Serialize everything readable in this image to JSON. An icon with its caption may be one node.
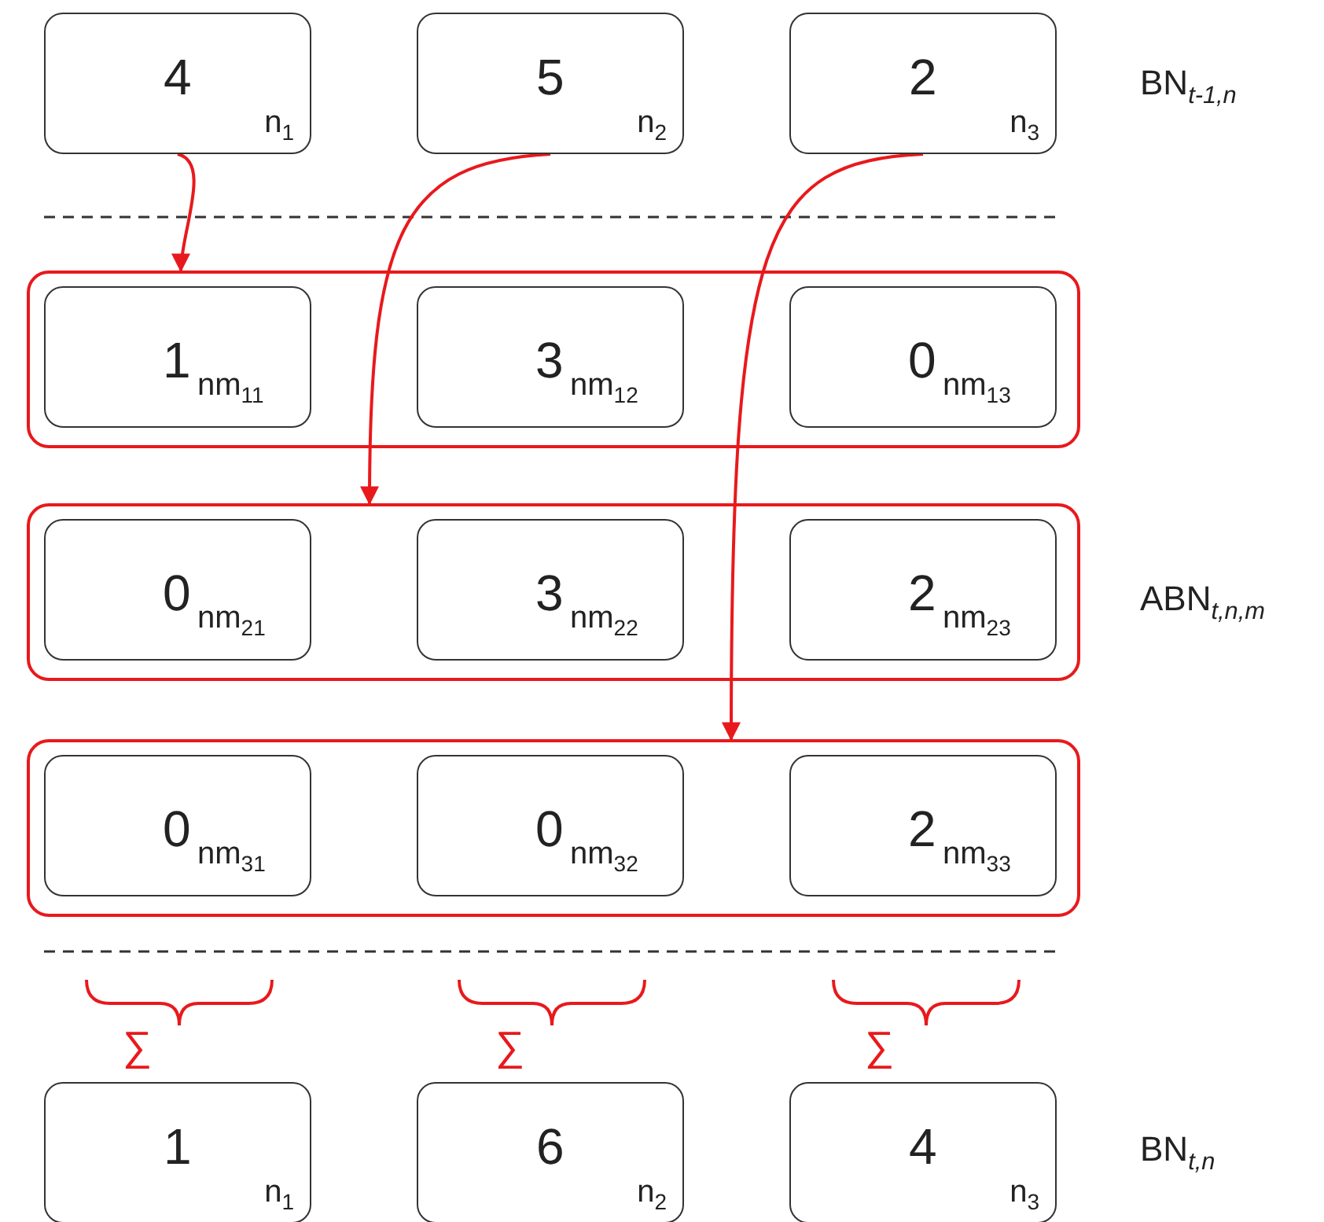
{
  "diagram": {
    "nodes": [
      {
        "text": [
          "4",
          "n$_{1}$"
        ]
      },
      {
        "text": [
          "5",
          "n$_{2}$"
        ]
      },
      {
        "text": [
          "2",
          "n$_{3}$"
        ]
      },
      {
        "text": [],
        "shape": "box"
      },
      {
        "text": [
          "1",
          "nm$_{11}$"
        ],
        "in": 3
      },
      {
        "text": [
          "3",
          "nm$_{12}$"
        ],
        "in": 3
      },
      {
        "text": [
          "0",
          "nm$_{13}$"
        ],
        "in": 3
      },
      {
        "text": [],
        "shape": "box"
      },
      {
        "text": [
          "0",
          "nm$_{21}$"
        ],
        "in": 7
      },
      {
        "text": [
          "3",
          "nm$_{22}$"
        ],
        "in": 7
      },
      {
        "text": [
          "2",
          "nm$_{23}$"
        ],
        "in": 7
      },
      {
        "text": [],
        "shape": "box"
      },
      {
        "text": [
          "0",
          "nm$_{31}$"
        ],
        "in": 11
      },
      {
        "text": [
          "0",
          "nm$_{32}$"
        ],
        "in": 11
      },
      {
        "text": [
          "2",
          "nm$_{33}$"
        ],
        "in": 11
      },
      {
        "text": [
          "1",
          "n$_{1}$"
        ]
      },
      {
        "text": [
          "6",
          "n$_{2}$"
        ]
      },
      {
        "text": [
          "4",
          "n$_{3}$"
        ]
      }
    ],
    "edges": [
      {
        "from": 0,
        "to": 3,
        "arrow": "to",
        "color": "#e8191c"
      },
      {
        "from": 1,
        "to": 7,
        "arrow": "to",
        "color": "#e8191c"
      },
      {
        "from": 2,
        "to": 11,
        "arrow": "to",
        "color": "#e8191c"
      }
    ],
    "labels": [
      "BN$_{t-1,n}$",
      "ABN$_{t,n,m}$",
      "∑",
      "∑",
      "∑",
      "BN$_{t,n}$"
    ]
  }
}
